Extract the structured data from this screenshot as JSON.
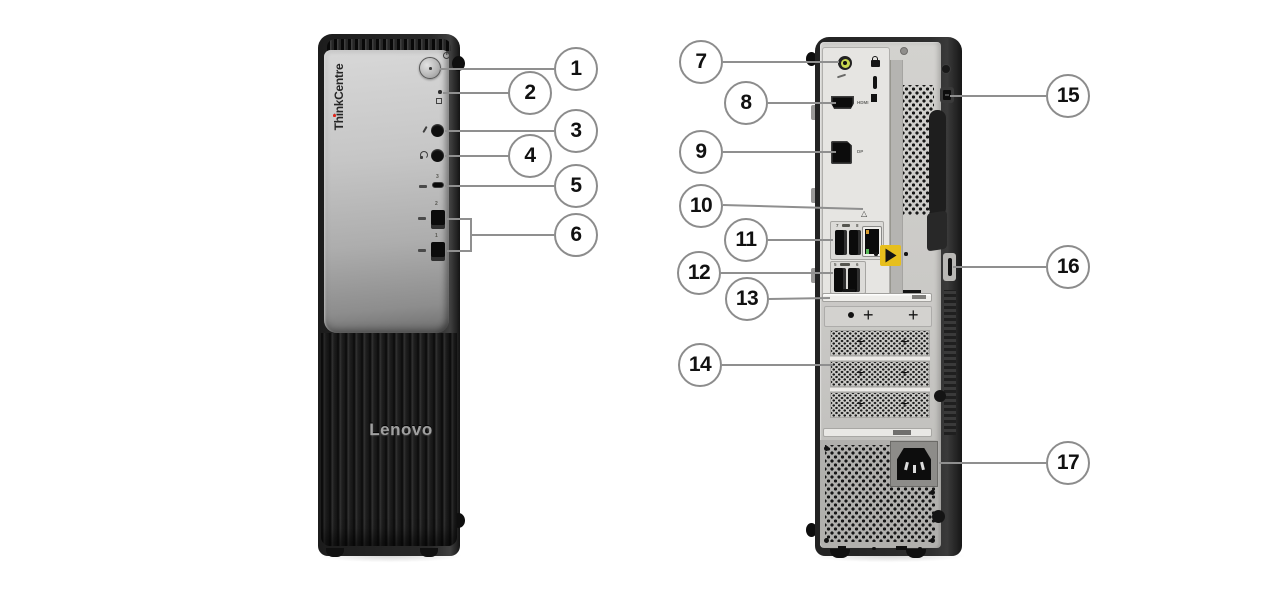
{
  "brand": {
    "vertical_logo": "ThinkCentre",
    "chassis_logo": "Lenovo"
  },
  "front_view": {
    "port_labels": {
      "usb_c": "3",
      "usb_a_top": "2",
      "usb_a_bottom": "1"
    }
  },
  "rear_view": {
    "port_labels": {
      "hdmi": "HDMI",
      "displayport": "DP",
      "usb_row1_left": "7",
      "usb_row1_right": "8",
      "usb_row2_left": "5",
      "usb_row2_right": "6"
    }
  },
  "icons": {
    "network": "△",
    "screw_plus": "+"
  },
  "callouts": {
    "front": [
      {
        "n": "1",
        "target": "power-button"
      },
      {
        "n": "2",
        "target": "status-led"
      },
      {
        "n": "3",
        "target": "microphone-jack"
      },
      {
        "n": "4",
        "target": "headset-jack"
      },
      {
        "n": "5",
        "target": "usb-c-port"
      },
      {
        "n": "6",
        "target": "usb-a-ports"
      }
    ],
    "rear": [
      {
        "n": "7",
        "target": "audio-line-out-jack"
      },
      {
        "n": "8",
        "target": "hdmi-port"
      },
      {
        "n": "9",
        "target": "displayport"
      },
      {
        "n": "10",
        "target": "ethernet-port"
      },
      {
        "n": "11",
        "target": "usb-ports-row-1"
      },
      {
        "n": "12",
        "target": "usb-ports-row-2"
      },
      {
        "n": "13",
        "target": "expansion-slot-bracket"
      },
      {
        "n": "14",
        "target": "expansion-card-slots"
      },
      {
        "n": "15",
        "target": "security-lock-slot"
      },
      {
        "n": "16",
        "target": "padlock-loop"
      },
      {
        "n": "17",
        "target": "power-cord-connector"
      }
    ]
  },
  "colors": {
    "callout_line": "#8f8f8f",
    "callout_border": "#8c8c8c",
    "callout_number": "#111111",
    "hazard_label": "#e7bf1d",
    "brand_red": "#e1251b",
    "audio_jack": "#c9d94f",
    "ethernet_led_green": "#58b858",
    "ethernet_led_amber": "#d79b2f"
  }
}
